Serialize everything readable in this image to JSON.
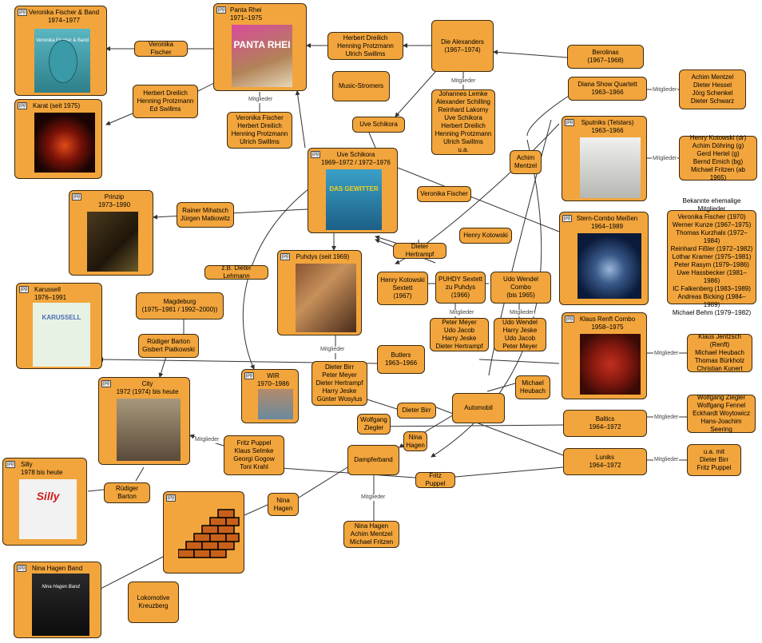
{
  "nodes": {
    "veronika_band": {
      "title": "Veronika Fischer & Band\n1974–1977",
      "tag": "jpg",
      "cover_text": "Veronika Fischer & Band"
    },
    "karat": {
      "title": "Karat (seit 1975)",
      "tag": "jpg"
    },
    "prinzip": {
      "title": "Prinzip\n1973–1990",
      "tag": "jpg"
    },
    "karussell": {
      "title": "Karussell\n1976–1991",
      "tag": "jpg",
      "cover_text": "KARUSSELL"
    },
    "silly": {
      "title": "Silly\n1978 bis heute",
      "tag": "jpg",
      "cover_text": "Silly"
    },
    "nina_band": {
      "title": "Nina Hagen Band",
      "tag": "jpg",
      "cover_text": "Nina Hagen Band"
    },
    "panta": {
      "title": "Panta Rhei\n1971–1975",
      "tag": "jpg",
      "cover_text": "PANTA RHEI"
    },
    "uve": {
      "title": "Uve Schikora\n1969–1972 / 1972–1976",
      "tag": "jpg",
      "cover_text": "DAS GEWITTER"
    },
    "puhdys": {
      "title": "Puhdys (seit 1969)",
      "tag": "jpg"
    },
    "city": {
      "title": "City\n1972 (1974) bis heute",
      "tag": "jpg"
    },
    "wir": {
      "title": "WIR\n1970–1986",
      "tag": "jpg"
    },
    "brick": {
      "title": "",
      "tag": "jpg"
    },
    "sputniks": {
      "title": "Sputniks (Telstars)\n1963–1966",
      "tag": "jpg"
    },
    "stern": {
      "title": "Stern-Combo Meißen\n1964–1989",
      "tag": "jpg"
    },
    "renft": {
      "title": "Klaus Renft Combo\n1958–1975",
      "tag": "jpg"
    }
  },
  "boxes": {
    "veronika_fischer": "Veronika Fischer",
    "dreilich_panta": "Herbert Dreilich\nHenning Protzmann\nUlrich Swillms",
    "dreilich_karat": "Herbert Dreilich\nHenning Protzmann\nEd Swillms",
    "panta_members": "Veronika Fischer\nHerbert Dreilich\nHenning Protzmann\nUlrich Swillms",
    "music_stromers": "Music-Stromers",
    "alexanders": "Die Alexanders\n(1967–1974)",
    "alexanders_members": "Johannes Lemke\nAlexander Schilling\nReinhard Lakomy\nUve Schikora\nHerbert Dreilich\nHenning Protzmann\nUlrich Swillms\nu.a.",
    "uve_link": "Uve Schikora",
    "berolinas": "Berolinas\n(1967–1968)",
    "diana": "Diana Show Quartett\n1963–1966",
    "diana_members": "Achim Mentzel\nDieter Hessel\nJörg Schenkel\nDieter Schwarz",
    "achim": "Achim\nMentzel",
    "sputniks_members": "Henry Kotowski (dr)\nAchim Döhring (g)\nGerd Hertel (g)\nBernd Emich (bg)\nMichael Fritzen (ab 1965)",
    "veronika_link": "Veronika Fischer",
    "rainer": "Rainer Mihatsch\nJürgen Matkowitz",
    "henry_link": "Henry Kotowski",
    "stern_members": "Bekannte ehemalige Mitglieder\nVeronika Fischer (1970)\nWerner Kunze (1967–1975)\nThomas Kurzhals (1972–1984)\nReinhard Fißler (1972–1982)\nLothar Kramer (1975–1981)\nPeter Rasym (1979–1986)\nUwe Hassbecker (1981–1986)\nIC Falkenberg (1983–1989)\nAndreas Bicking (1984–1989)\nMichael Behm (1979–1982)",
    "lehmann": "z.B. Dieter Lehmann",
    "hertrampf": "Dieter Hertrampf",
    "kotowski_sextett": "Henry Kotowski\nSextett\n(1967)",
    "puhdy_sextett": "PUHDY Sextett\nzu Puhdys\n(1966)",
    "wendel_combo": "Udo Wendel Combo\n(bis 1965)",
    "puhdy_members": "Peter Meyer\nUdo Jacob\nHarry Jeske\nDieter Hertrampf",
    "wendel_members": "Udo Wendel\nHarry Jeske\nUdo Jacob\nPeter Meyer",
    "magdeburg": "Magdeburg\n(1975–1981 / 1992–2000))",
    "barton_platkowski": "Rüdiger Barton\nGisbert Piatkowski",
    "renft_members": "Klaus Jentzsch (Renft)\nMichael Heubach\nThomas Bürkholz\nChristian Kunert",
    "butlers": "Butlers\n1963–1966",
    "birr_members": "Dieter Birr\nPeter Meyer\nDieter Hertrampf\nHarry Jeske\nGünter Wosylus",
    "heubach": "Michael\nHeubach",
    "automobil": "Automobil",
    "dieter_birr": "Dieter Birr",
    "wolfgang": "Wolfgang\nZiegler",
    "baltics": "Baltics\n1964–1972",
    "baltics_members": "Wolfgang Ziegler\nWolfgang Fennel\nEckhardt Woytowicz\nHans-Joachim Seering",
    "nina_small": "Nina\nHagen",
    "fritz_members": "Fritz Puppel\nKlaus Selmke\nGeorgi Gogow\nToni Krahl",
    "dampferband": "Dampferband",
    "luniks": "Luniks\n1964–1972",
    "luniks_members": "u.a. mit\nDieter Birr\nFritz Puppel",
    "fritz_puppel": "Fritz Puppel",
    "barton": "Rüdiger Barton",
    "nina_hagen": "Nina\nHagen",
    "dampfer_members": "Nina Hagen\nAchim Mentzel\nMichael Fritzen",
    "lokomotive": "Lokomotive\nKreuzberg"
  },
  "edge_label": "Mitglieder"
}
